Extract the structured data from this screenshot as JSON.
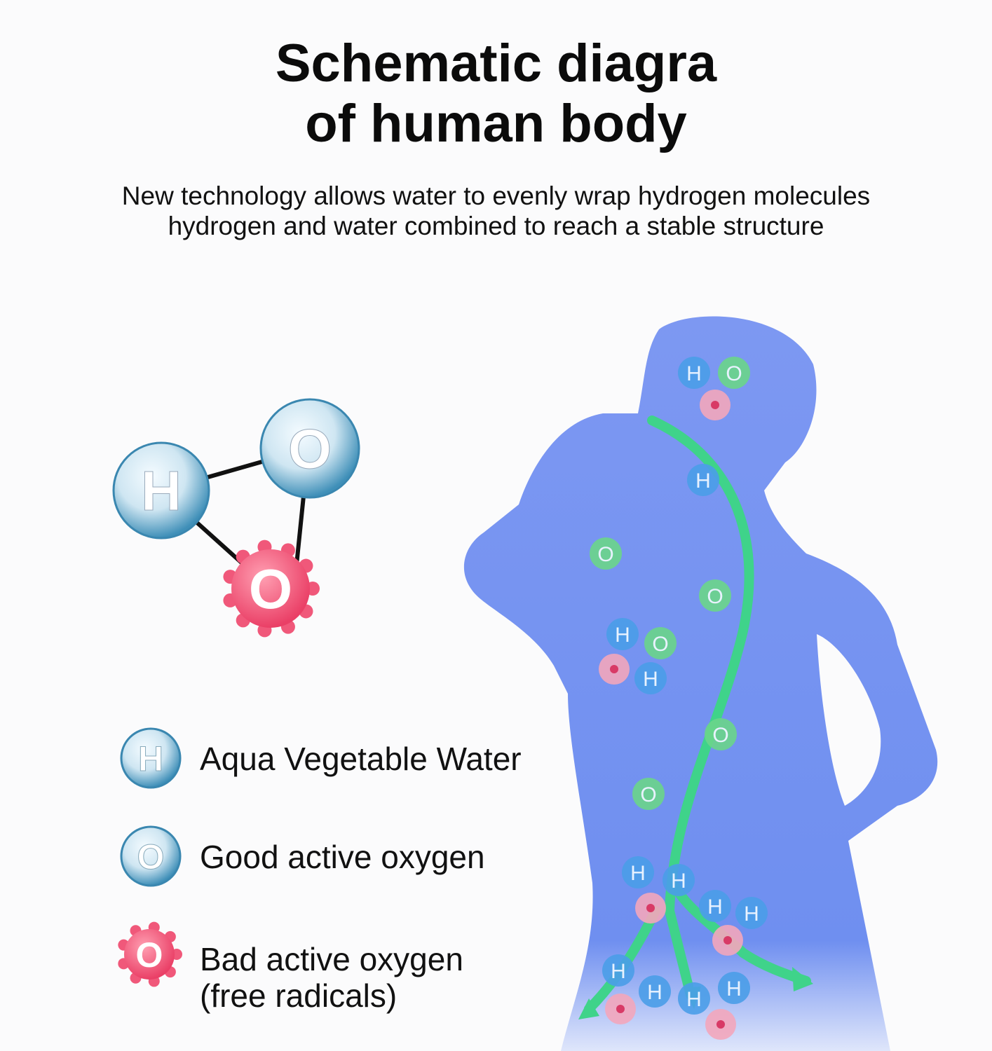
{
  "title": {
    "line1": "Schematic diagra",
    "line2": "of human body"
  },
  "subtitle": {
    "line1": "New technology allows water to evenly wrap hydrogen molecules",
    "line2": "hydrogen and water combined to reach a stable structure"
  },
  "molecule": {
    "h": "H",
    "o_good": "O",
    "o_bad": "O"
  },
  "legend": [
    {
      "symbol": "H",
      "label": "Aqua Vegetable Water"
    },
    {
      "symbol": "O",
      "label": "Good active oxygen"
    },
    {
      "symbol": "O",
      "label": "Bad active oxygen",
      "label2": "(free radicals)"
    }
  ],
  "body_labels": {
    "h": "H",
    "o": "O"
  },
  "colors": {
    "body": "#6f8ff0",
    "arrow": "#3fd38a",
    "hydrogen": "#4a9de8",
    "good_oxygen": "#6ad58a",
    "bad_oxygen": "#f0587a"
  }
}
